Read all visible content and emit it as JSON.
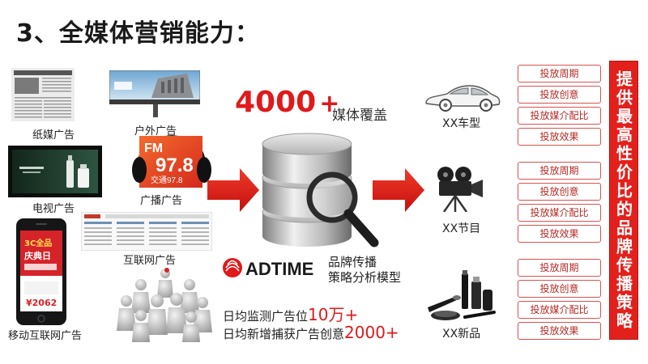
{
  "slide": {
    "title": "3、全媒体营销能力："
  },
  "media": {
    "newspaper": "纸媒广告",
    "outdoor": "户外广告",
    "tv": "电视广告",
    "radio": "广播广告",
    "internet": "互联网广告",
    "mobile": "移动互联网广告"
  },
  "radio_logo": {
    "fm": "FM",
    "freq": "97.8",
    "sub": "交通97.8"
  },
  "mobile_screen": {
    "line1": "3C全品",
    "line2": "庆典日",
    "price": "¥2062"
  },
  "coverage": {
    "number": "4000",
    "plus": "+",
    "label": "媒体覆盖"
  },
  "brand": {
    "logo": "ADTIME",
    "line1": "品牌传播",
    "line2": "策略分析模型"
  },
  "stats": [
    {
      "prefix": "日均监测广告位",
      "value": "10万+"
    },
    {
      "prefix": "日均新增捕获广告创意",
      "value": "2000+"
    }
  ],
  "targets": [
    {
      "label": "XX车型",
      "icon": "car-icon",
      "items": [
        "投放周期",
        "投放创意",
        "投放媒介配比",
        "投放效果"
      ]
    },
    {
      "label": "XX节目",
      "icon": "film-camera-icon",
      "items": [
        "投放周期",
        "投放创意",
        "投放媒介配比",
        "投放效果"
      ]
    },
    {
      "label": "XX新品",
      "icon": "cosmetics-icon",
      "items": [
        "投放周期",
        "投放创意",
        "投放媒介配比",
        "投放效果"
      ]
    }
  ],
  "sidebar_label": "提供最高性价比的品牌传播策略",
  "colors": {
    "accent": "#e0191a",
    "box_border": "#d9534f",
    "box_text": "#b52a24",
    "sidebar_bg": "#e4201c"
  }
}
